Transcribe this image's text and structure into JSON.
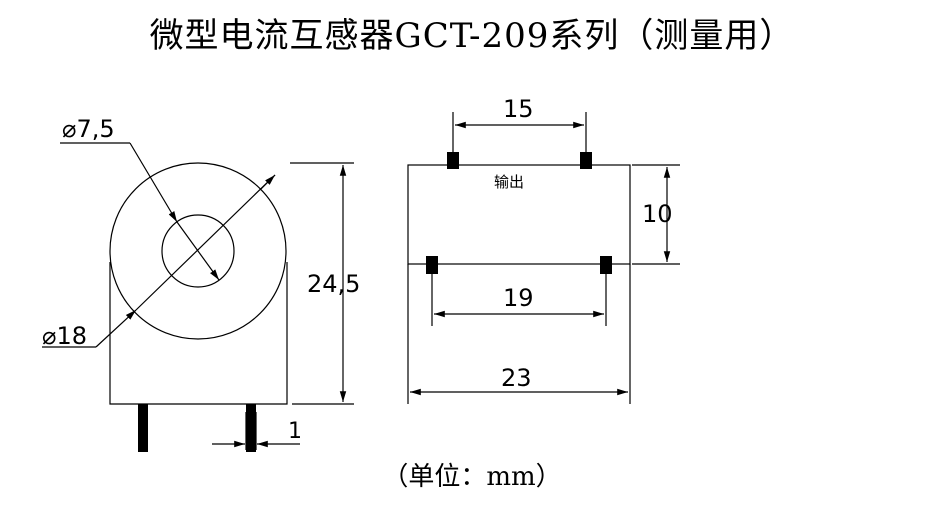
{
  "title": "微型电流互感器GCT-209系列（测量用）",
  "unit_note": "（单位：mm）",
  "front_view": {
    "inner_diameter_label": "⌀7,5",
    "outer_diameter_label": "⌀18",
    "height_label": "24,5",
    "pin_label": "1"
  },
  "side_view": {
    "output_label": "输出",
    "top_pin_spacing": "15",
    "bottom_pin_spacing": "19",
    "thickness": "10",
    "width": "23"
  }
}
